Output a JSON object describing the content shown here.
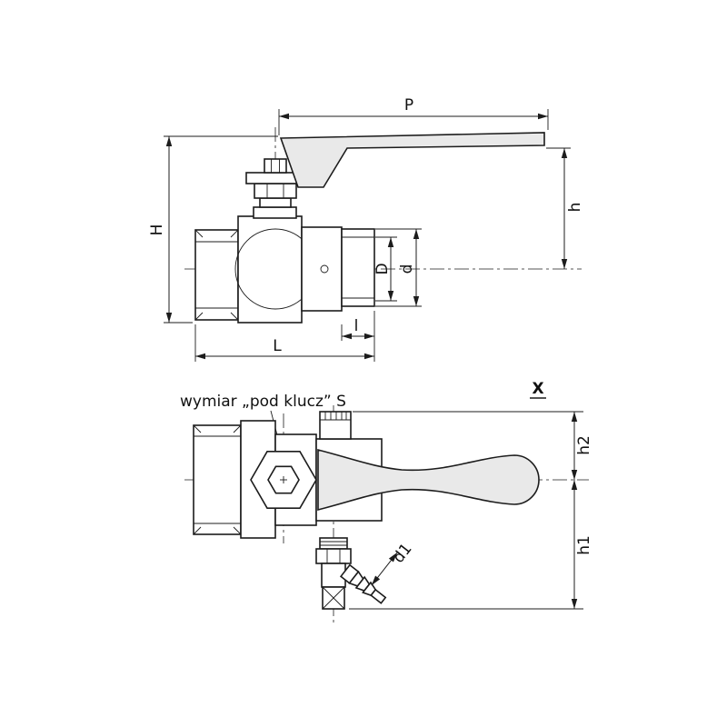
{
  "colors": {
    "line": "#1c1c1c",
    "metal_fill": "#e9e9e9",
    "background": "#ffffff"
  },
  "side_view": {
    "labels": {
      "P": "P",
      "H": "H",
      "h": "h",
      "D": "D",
      "d": "d",
      "L": "L",
      "l": "l"
    }
  },
  "plan_view": {
    "wrench_note": "wymiar „pod klucz” S",
    "detail_mark": "X",
    "labels": {
      "h2": "h2",
      "h1": "h1",
      "d1": "d1"
    }
  }
}
